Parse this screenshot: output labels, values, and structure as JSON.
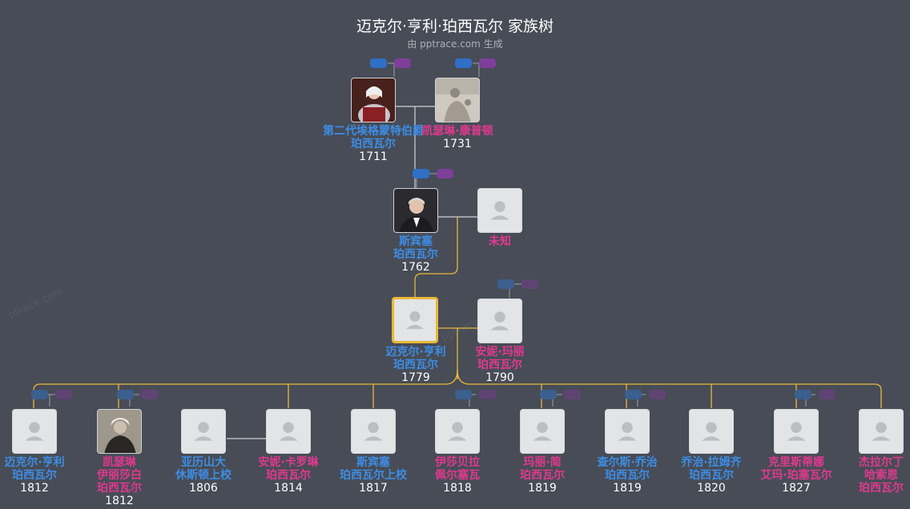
{
  "header": {
    "title": "迈克尔·亨利·珀西瓦尔 家族树",
    "subtitle": "由 pptrace.com 生成"
  },
  "colors": {
    "background": "#474c56",
    "male": "#3d8de6",
    "female": "#e0398f",
    "focus_border": "#e9b83a",
    "line_gold": "#e9b83a",
    "line_gray": "#cfd2d6"
  },
  "people": {
    "grandfather": {
      "name_lines": [
        "第二代埃格蒙特伯爵",
        "珀西瓦尔"
      ],
      "year": "1711",
      "gender": "male",
      "portrait": "earl-portrait"
    },
    "grandmother": {
      "name_lines": [
        "凯瑟琳·康普顿"
      ],
      "year": "1731",
      "gender": "female",
      "portrait": "woman-portrait"
    },
    "father": {
      "name_lines": [
        "斯宾塞",
        "珀西瓦尔"
      ],
      "year": "1762",
      "gender": "male",
      "portrait": "spencer-portrait"
    },
    "father_spouse": {
      "name_lines": [
        "未知"
      ],
      "year": "",
      "gender": "female",
      "portrait": "placeholder"
    },
    "focus": {
      "name_lines": [
        "迈克尔·亨利",
        "珀西瓦尔"
      ],
      "year": "1779",
      "gender": "male",
      "portrait": "placeholder"
    },
    "focus_spouse": {
      "name_lines": [
        "安妮·玛丽",
        "珀西瓦尔"
      ],
      "year": "1790",
      "gender": "female",
      "portrait": "placeholder"
    },
    "children": [
      {
        "name_lines": [
          "迈克尔·亨利",
          "珀西瓦尔"
        ],
        "year": "1812",
        "gender": "male"
      },
      {
        "name_lines": [
          "凯瑟琳",
          "伊丽莎白",
          "珀西瓦尔"
        ],
        "year": "1812",
        "gender": "female"
      },
      {
        "name_lines": [
          "亚历山大",
          "休斯顿上校"
        ],
        "year": "1806",
        "gender": "male"
      },
      {
        "name_lines": [
          "安妮·卡罗琳",
          "珀西瓦尔"
        ],
        "year": "1814",
        "gender": "female"
      },
      {
        "name_lines": [
          "斯宾塞",
          "珀西瓦尔上校"
        ],
        "year": "1817",
        "gender": "male"
      },
      {
        "name_lines": [
          "伊莎贝拉",
          "佩尔塞瓦"
        ],
        "year": "1818",
        "gender": "female"
      },
      {
        "name_lines": [
          "玛丽·简",
          "珀西瓦尔"
        ],
        "year": "1819",
        "gender": "female"
      },
      {
        "name_lines": [
          "查尔斯·乔治",
          "珀西瓦尔"
        ],
        "year": "1819",
        "gender": "male"
      },
      {
        "name_lines": [
          "乔治·拉姆齐",
          "珀西瓦尔"
        ],
        "year": "1820",
        "gender": "male"
      },
      {
        "name_lines": [
          "克里斯蒂娜",
          "艾玛·珀塞瓦尔"
        ],
        "year": "1827",
        "gender": "female"
      },
      {
        "name_lines": [
          "杰拉尔丁",
          "哈索恩",
          "珀西瓦尔"
        ],
        "year": "",
        "gender": "female"
      }
    ]
  }
}
